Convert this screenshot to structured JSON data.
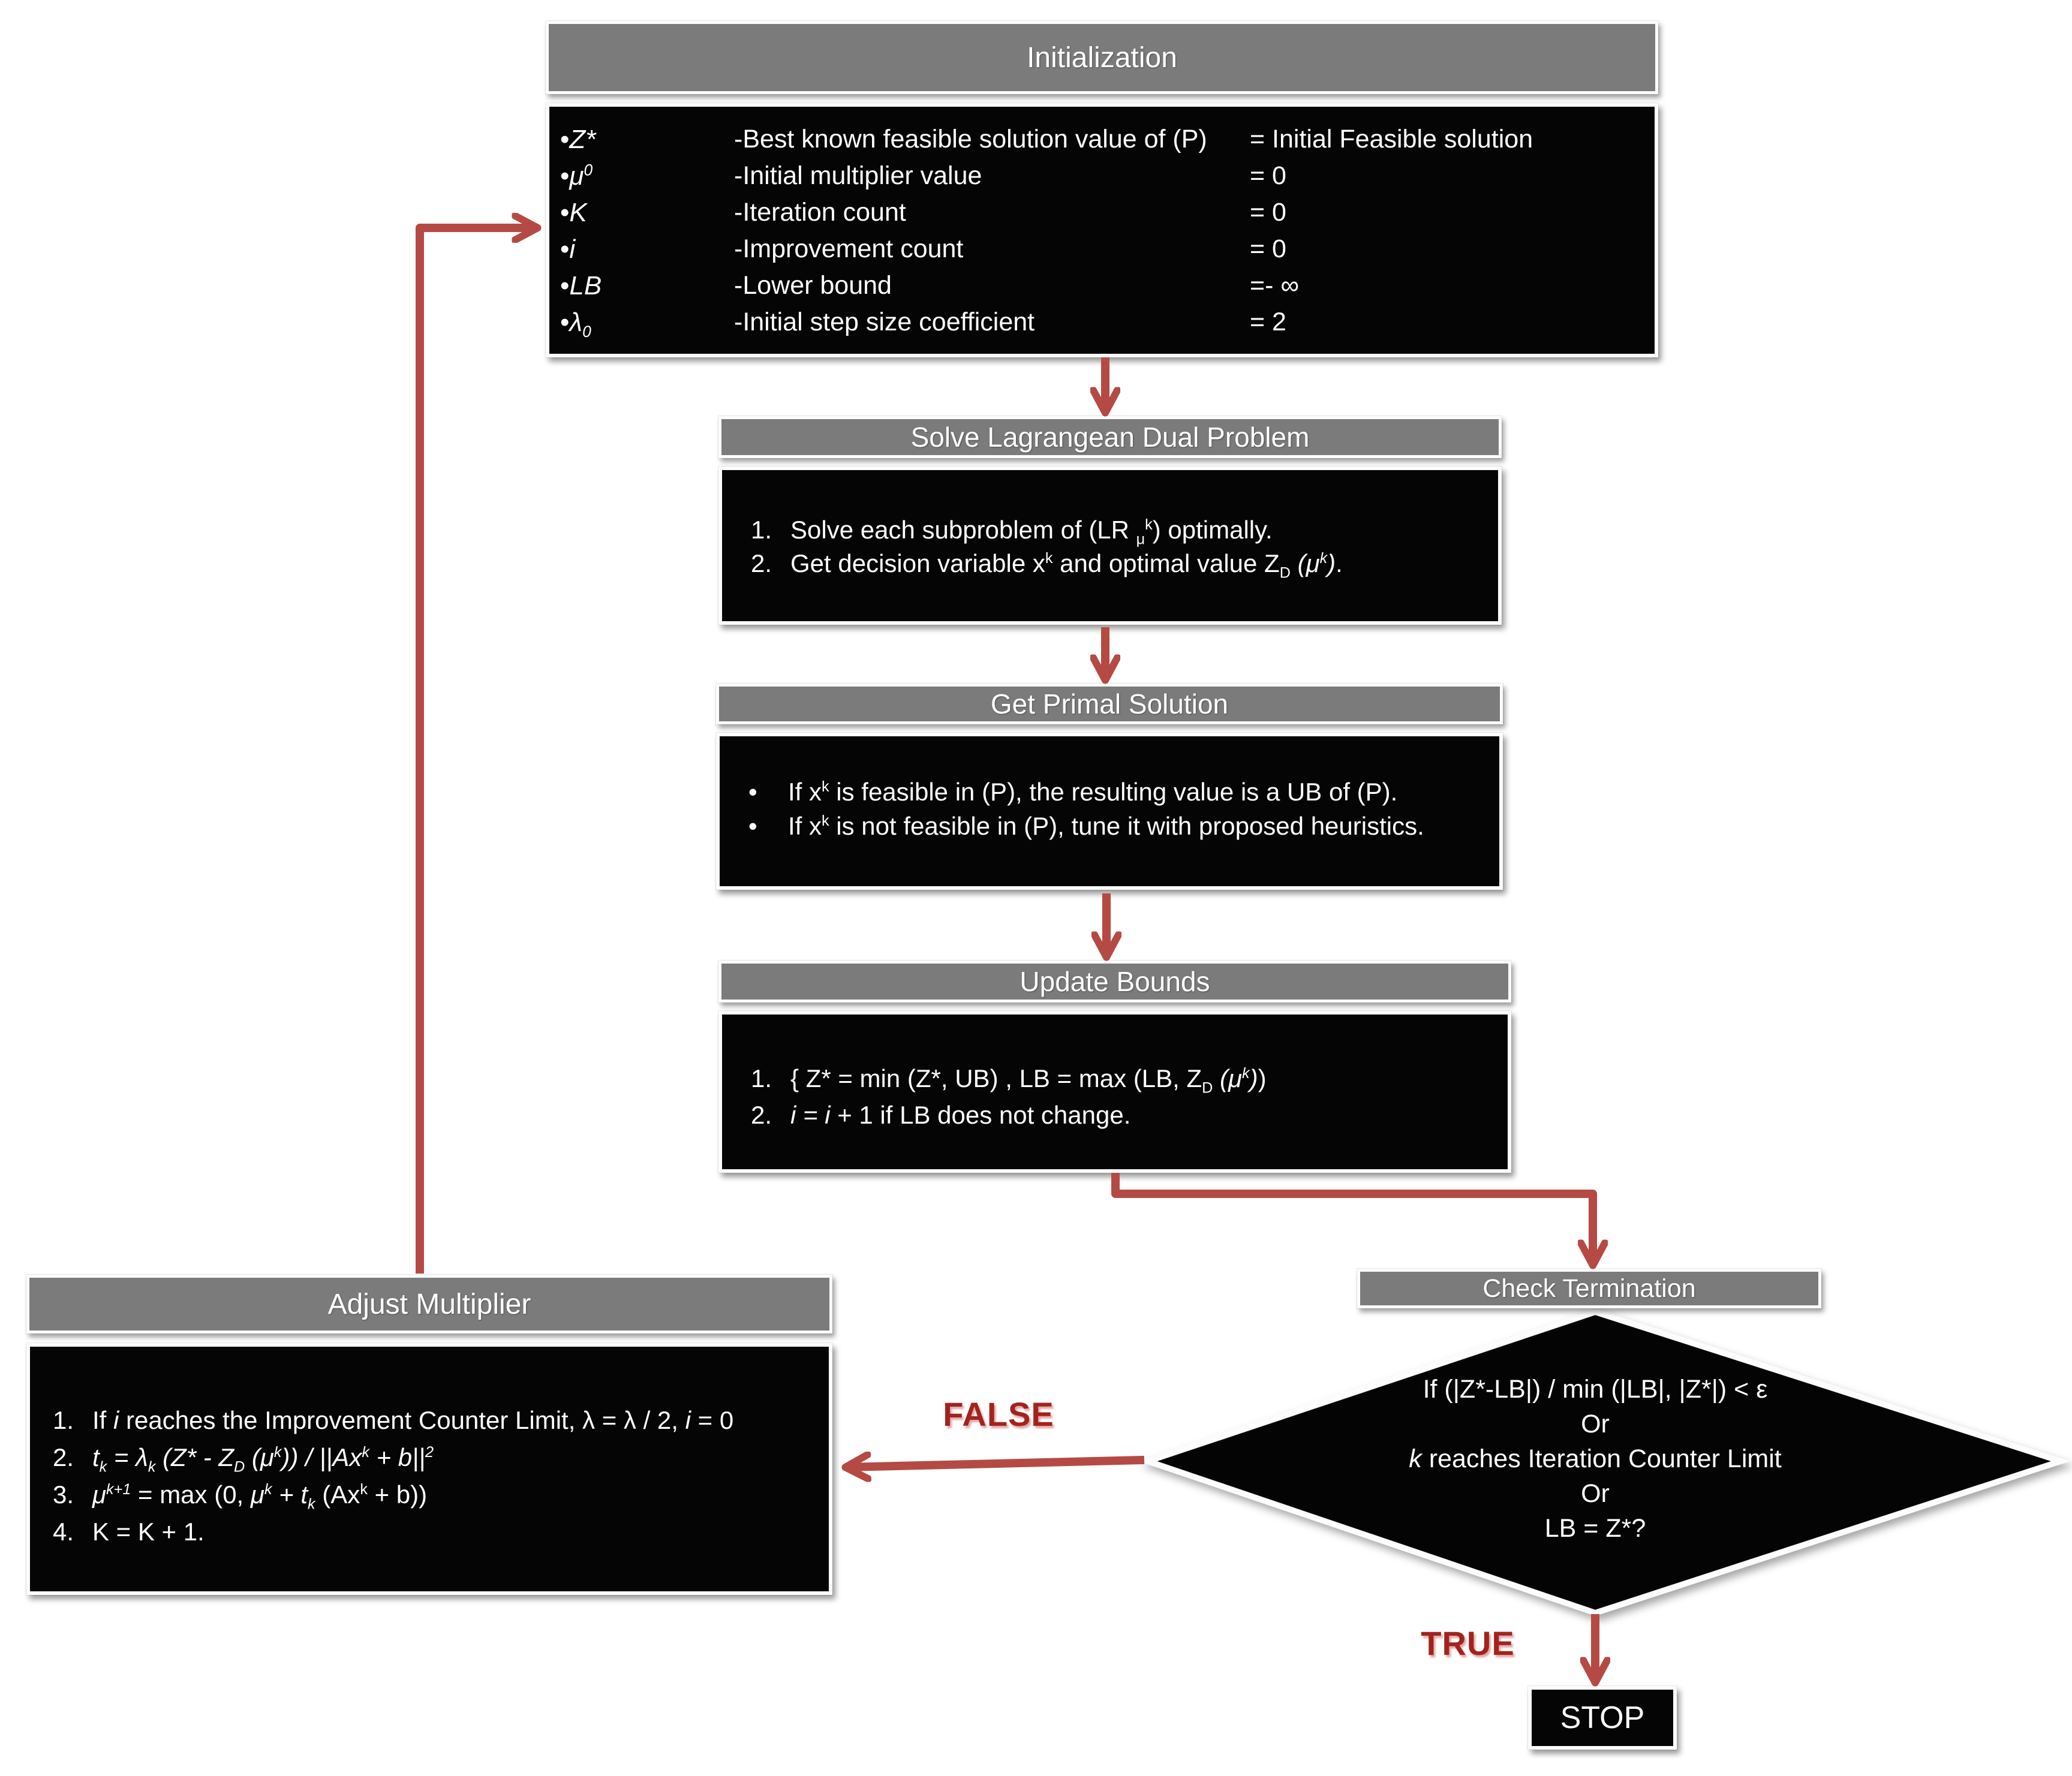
{
  "colors": {
    "header-gray": "#7b7b7b",
    "box-black": "#050505",
    "arrow-red": "#b54a45",
    "label-red": "#a2231e",
    "border-white": "#fcfcfc",
    "text-white": "#ffffff",
    "background": "#ffffff"
  },
  "nodes": {
    "initialization": {
      "title": "Initialization",
      "rows": [
        {
          "symbol": "•<i>Z*</i>",
          "desc": "-Best known feasible solution value of (P)",
          "value": "= Initial Feasible solution"
        },
        {
          "symbol": "•<i>μ<sup>0</sup></i>",
          "desc": "-Initial multiplier value",
          "value": "= 0"
        },
        {
          "symbol": "•<i>K</i>",
          "desc": "-Iteration count",
          "value": "= 0"
        },
        {
          "symbol": "•<i>i</i>",
          "desc": "-Improvement count",
          "value": "= 0"
        },
        {
          "symbol": "•<i>LB</i>",
          "desc": "-Lower bound",
          "value": "=- ∞"
        },
        {
          "symbol": "•<i>λ<sub>0</sub></i>",
          "desc": "-Initial step size coefficient",
          "value": "= 2"
        }
      ]
    },
    "solve_dual": {
      "title": "Solve Lagrangean Dual Problem",
      "items": [
        "Solve each subproblem of (LR <sub>μ</sub><sup>k</sup>) optimally.",
        "Get decision variable x<sup>k</sup> and optimal value Z<sub>D</sub> <i>(μ<sup>k</sup>)</i>."
      ]
    },
    "get_primal": {
      "title": "Get Primal Solution",
      "items": [
        "If x<sup>k</sup> is feasible in (P), the resulting value is a UB of (P).",
        "If x<sup>k</sup> is not feasible in (P), tune it with proposed heuristics."
      ]
    },
    "update_bounds": {
      "title": "Update Bounds",
      "items": [
        "{ Z* = min (Z*, UB) , LB = max (LB, Z<sub>D</sub> <i>(μ<sup>k</sup>)</i>)",
        "<i>i = i</i> + 1 if LB does not change."
      ]
    },
    "check_termination": {
      "title": "Check Termination",
      "lines": [
        "If (|Z*-LB|) / min (|LB|, |Z*|) < ε",
        "Or",
        "<i>k</i> reaches Iteration Counter Limit",
        "Or",
        "LB = Z*?"
      ]
    },
    "adjust_multiplier": {
      "title": "Adjust Multiplier",
      "items": [
        "If <i>i</i> reaches the Improvement Counter Limit, λ = λ / 2, <i>i</i> = 0",
        "<i>t<sub>k</sub> = λ<sub>k</sub> (Z* - Z<sub>D</sub> (μ<sup>k</sup>)) / ||Ax<sup>k</sup> + b||<sup>2</sup></i>",
        "<i>μ<sup>k+1</sup></i> = max (0, <i>μ<sup>k</sup> + t<sub>k</sub></i> (Ax<sup>k</sup> + b))",
        "K = K + 1."
      ]
    },
    "stop": {
      "label": "STOP"
    }
  },
  "edges": {
    "false_label": "FALSE",
    "true_label": "TRUE"
  }
}
